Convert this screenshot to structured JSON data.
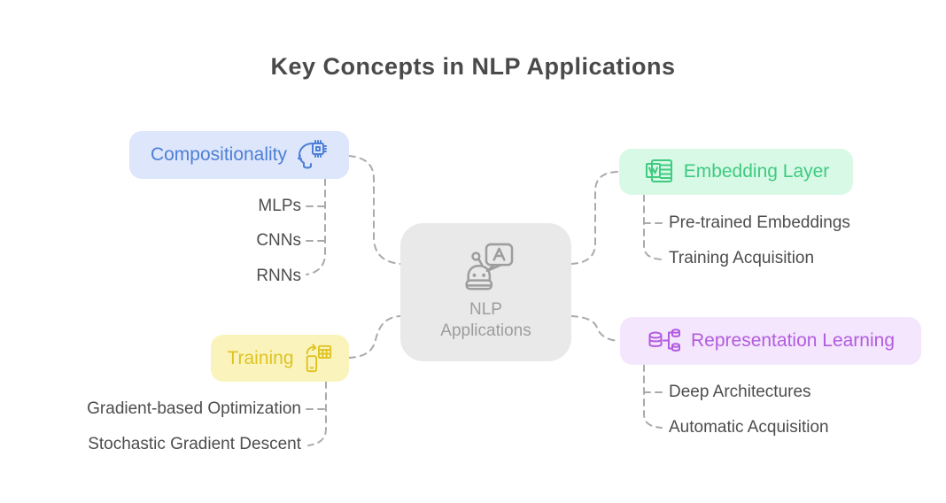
{
  "title": "Key Concepts in NLP Applications",
  "palette": {
    "title_text": "#4a4a4a",
    "child_text": "#4d4d4d",
    "connector": "#aaaaaa"
  },
  "center": {
    "label_lines": [
      "NLP",
      "Applications"
    ],
    "icon": "robot-chat-icon",
    "bg_color": "#e9e9e9",
    "content_color": "#9d9d9d"
  },
  "branches": [
    {
      "id": "compositionality",
      "label": "Compositionality",
      "icon": "head-chip-icon",
      "bg_color": "#dde6fb",
      "text_color": "#4d7fd6",
      "children": [
        "MLPs",
        "CNNs",
        "RNNs"
      ]
    },
    {
      "id": "training",
      "label": "Training",
      "icon": "device-sync-icon",
      "bg_color": "#faf3bc",
      "text_color": "#dfc322",
      "children": [
        "Gradient-based Optimization",
        "Stochastic Gradient Descent"
      ]
    },
    {
      "id": "embedding-layer",
      "label": "Embedding Layer",
      "icon": "word-document-icon",
      "bg_color": "#d7f9e6",
      "text_color": "#3fcb80",
      "children": [
        "Pre-trained Embeddings",
        "Training Acquisition"
      ]
    },
    {
      "id": "representation-learning",
      "label": "Representation Learning",
      "icon": "database-flow-icon",
      "bg_color": "#f4e6fc",
      "text_color": "#b25ce0",
      "children": [
        "Deep Architectures",
        "Automatic Acquisition"
      ]
    }
  ]
}
